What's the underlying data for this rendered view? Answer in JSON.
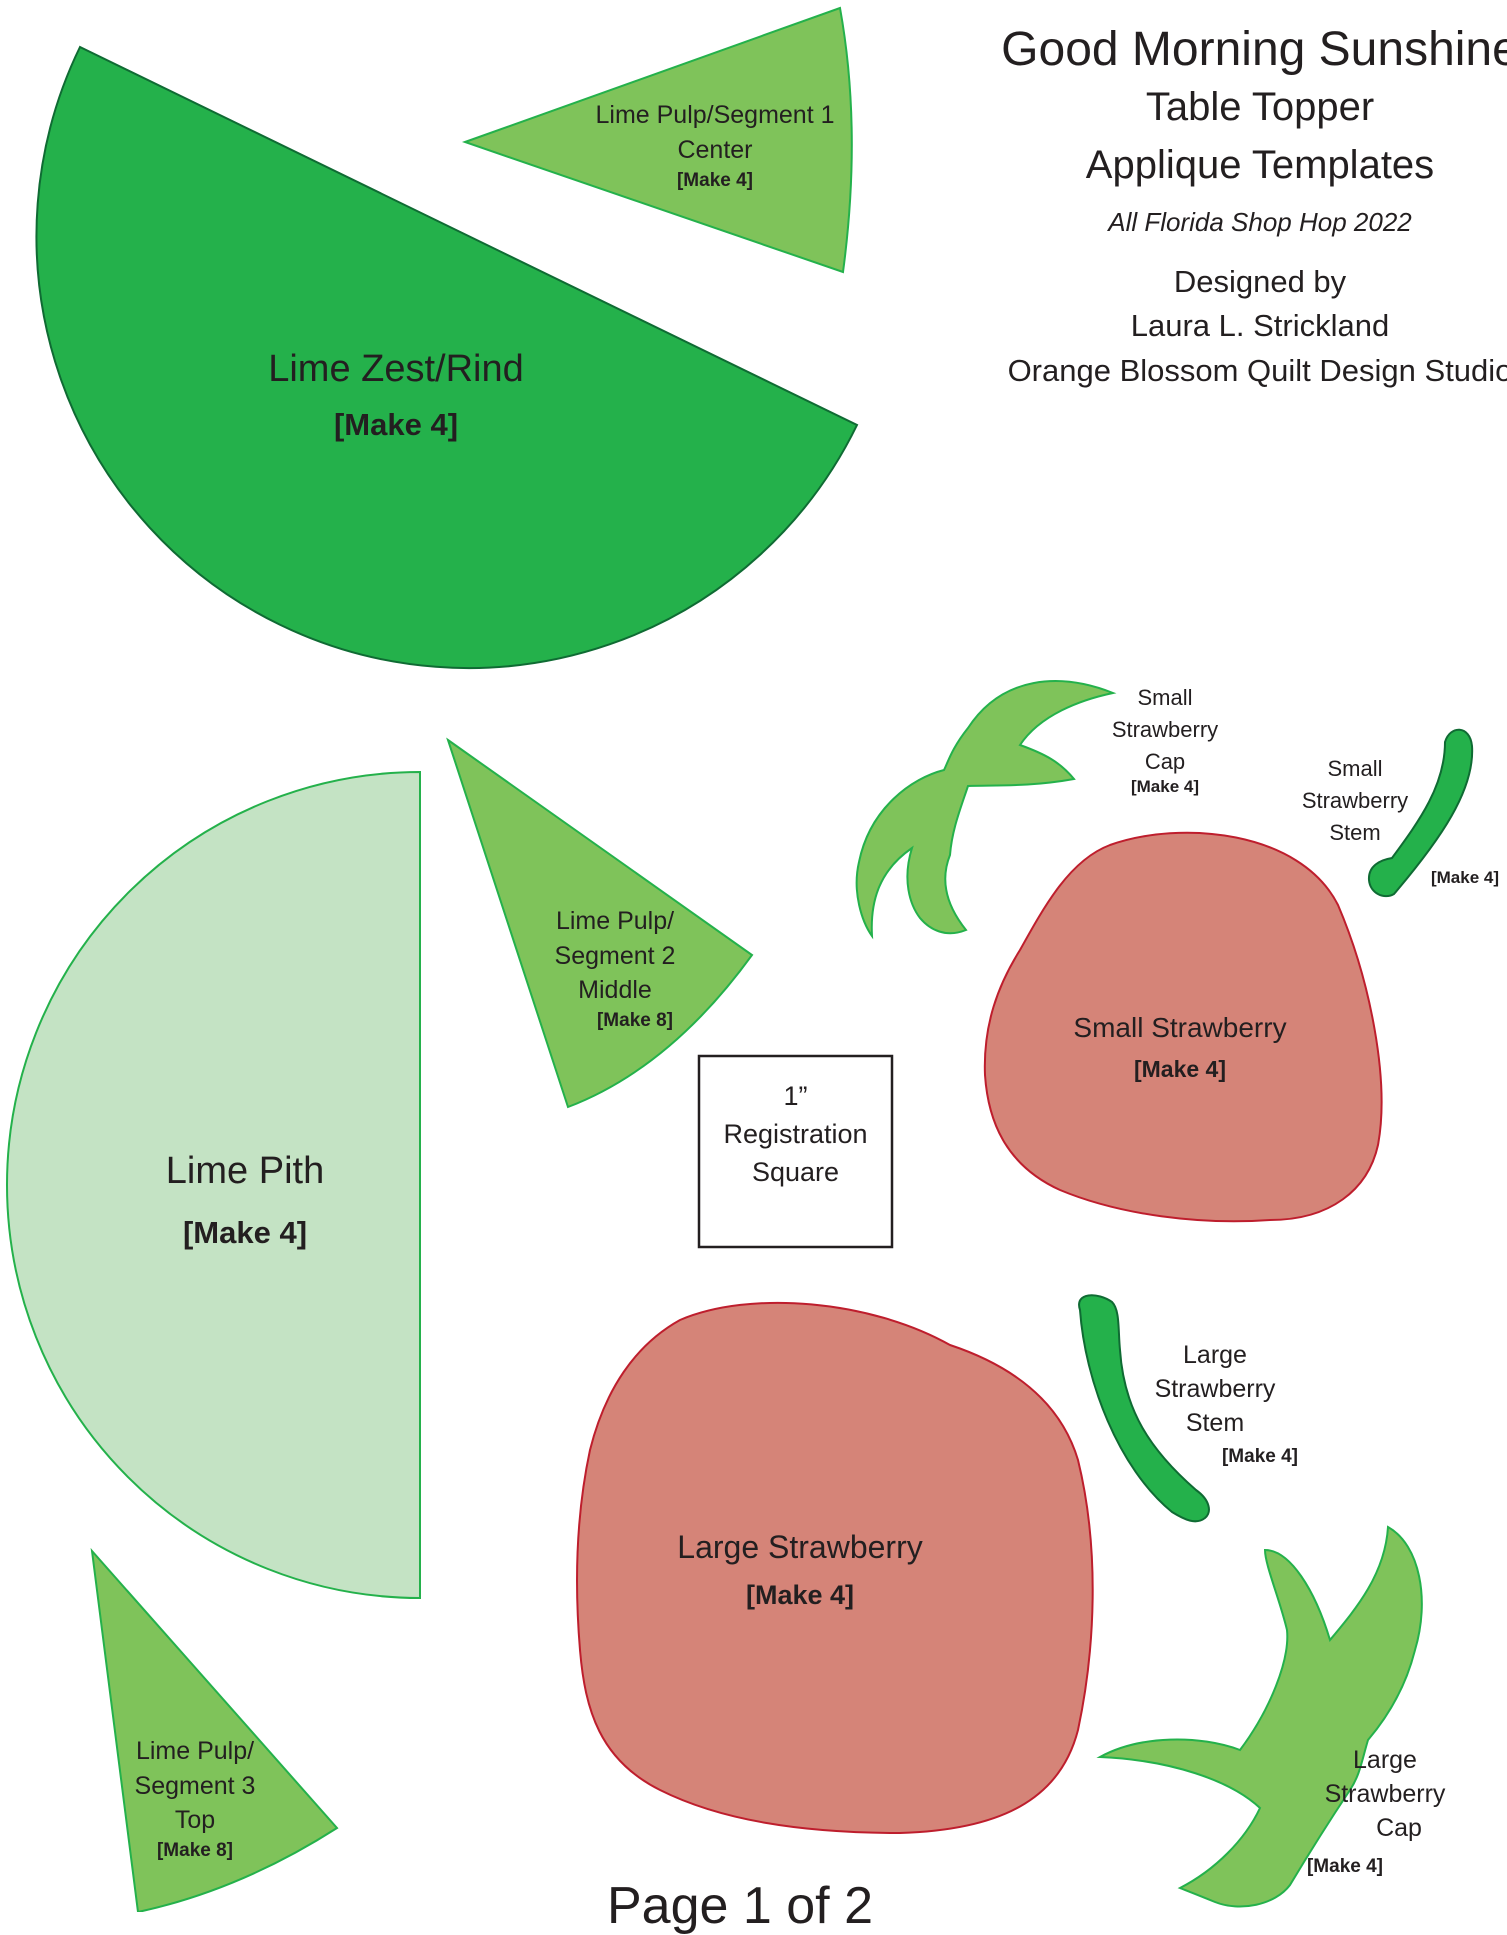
{
  "header": {
    "title": "Good Morning Sunshine",
    "subtitle1": "Table Topper",
    "subtitle2": "Applique Templates",
    "event": "All Florida Shop Hop 2022",
    "designed_by": "Designed by",
    "designer": "Laura L. Strickland",
    "studio": "Orange Blossom Quilt Design Studio"
  },
  "templates": {
    "lime_zest": {
      "name": "Lime Zest/Rind",
      "qty": "[Make 4]"
    },
    "seg1": {
      "line1": "Lime Pulp/Segment 1",
      "line2": "Center",
      "qty": "[Make 4]"
    },
    "pith": {
      "name": "Lime Pith",
      "qty": "[Make 4]"
    },
    "seg2": {
      "line1": "Lime Pulp/",
      "line2": "Segment 2",
      "line3": "Middle",
      "qty": "[Make 8]"
    },
    "seg3": {
      "line1": "Lime Pulp/",
      "line2": "Segment 3",
      "line3": "Top",
      "qty": "[Make 8]"
    },
    "registration": {
      "line1": "1”",
      "line2": "Registration",
      "line3": "Square"
    },
    "small_cap": {
      "line1": "Small",
      "line2": "Strawberry",
      "line3": "Cap",
      "qty": "[Make 4]"
    },
    "small_stem": {
      "line1": "Small",
      "line2": "Strawberry",
      "line3": "Stem",
      "qty": "[Make 4]"
    },
    "small_berry": {
      "name": "Small Strawberry",
      "qty": "[Make 4]"
    },
    "large_stem": {
      "line1": "Large",
      "line2": "Strawberry",
      "line3": "Stem",
      "qty": "[Make 4]"
    },
    "large_berry": {
      "name": "Large Strawberry",
      "qty": "[Make 4]"
    },
    "large_cap": {
      "line1": "Large",
      "line2": "Strawberry",
      "line3": "Cap",
      "qty": "[Make 4]"
    }
  },
  "footer": {
    "page": "Page 1 of 2"
  },
  "colors": {
    "rind": "#24b14b",
    "pulp": "#7fc35a",
    "pith": "#c4e3c4",
    "strawberry": "#d58478",
    "strawberry_outline": "#be1e2d"
  }
}
